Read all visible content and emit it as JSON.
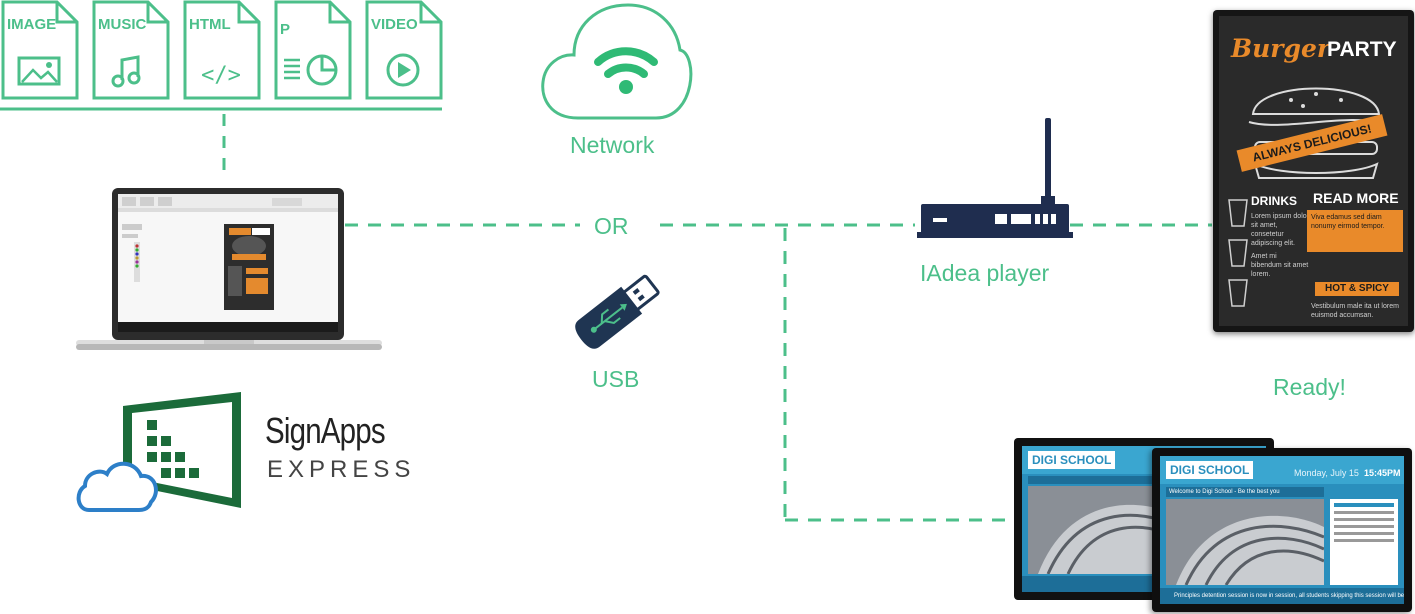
{
  "colors": {
    "accent": "#4cbf8a",
    "brand_green": "#1b6b3a",
    "player_navy": "#1f2d4f",
    "usb_navy": "#1f3552",
    "cloud_blue": "#2d7fc8"
  },
  "file_types": [
    {
      "label": "IMAGE",
      "icon": "image-icon"
    },
    {
      "label": "MUSIC",
      "icon": "music-note-icon"
    },
    {
      "label": "HTML",
      "icon": "code-icon"
    },
    {
      "label": "P",
      "icon": "chart-document-icon"
    },
    {
      "label": "VIDEO",
      "icon": "play-icon"
    }
  ],
  "labels": {
    "network": "Network",
    "or": "OR",
    "usb": "USB",
    "player": "IAdea player",
    "ready": "Ready!"
  },
  "brand": {
    "name": "SignApps",
    "sub": "EXPRESS"
  },
  "poster": {
    "title_script": "Burger",
    "title_bold": "PARTY",
    "banner": "ALWAYS DELICIOUS!",
    "drinks": "DRINKS",
    "read_more": "READ MORE",
    "hot_spicy": "HOT & SPICY",
    "lorem_1": "Lorem ipsum dolor sit amet, consetetur adipiscing elit.",
    "lorem_2": "Viva edamus sed diam nonumy eirmod tempor.",
    "lorem_3": "Amet mi bibendum sit amet lorem.",
    "lorem_4": "Vestibulum male ita ut lorem euismod accumsan."
  },
  "school": {
    "title": "DIGI SCHOOL",
    "date": "Monday, July 15",
    "time": "15:45PM",
    "welcome": "Welcome to Digi School - Be the best you",
    "ticker": "Principles detention session is now in session, all students skipping this session will be..."
  }
}
